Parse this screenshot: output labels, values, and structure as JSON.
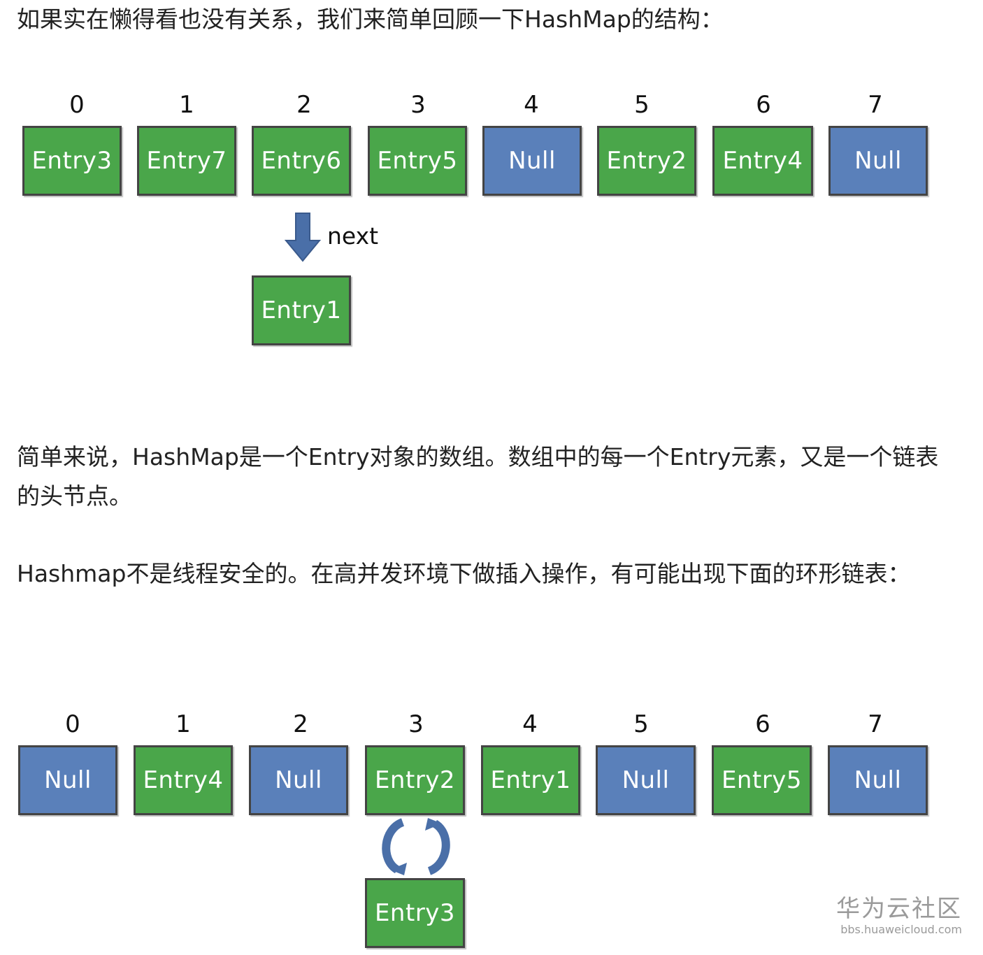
{
  "paragraphs": {
    "intro": "如果实在懒得看也没有关系，我们来简单回顾一下HashMap的结构：",
    "summary": "简单来说，HashMap是一个Entry对象的数组。数组中的每一个Entry元素，又是一个链表的头节点。",
    "warning": "Hashmap不是线程安全的。在高并发环境下做插入操作，有可能出现下面的环形链表："
  },
  "diagram1": {
    "indices": [
      "0",
      "1",
      "2",
      "3",
      "4",
      "5",
      "6",
      "7"
    ],
    "cells": [
      "Entry3",
      "Entry7",
      "Entry6",
      "Entry5",
      "Null",
      "Entry2",
      "Entry4",
      "Null"
    ],
    "next_label": "next",
    "chained": "Entry1"
  },
  "diagram2": {
    "indices": [
      "0",
      "1",
      "2",
      "3",
      "4",
      "5",
      "6",
      "7"
    ],
    "cells": [
      "Null",
      "Entry4",
      "Null",
      "Entry2",
      "Entry1",
      "Null",
      "Entry5",
      "Null"
    ],
    "chained": "Entry3"
  },
  "watermark": {
    "name": "华为云社区",
    "url": "bbs.huaweicloud.com"
  },
  "colors": {
    "entry": "#4aa64a",
    "null": "#5a80ba",
    "arrow": "#4a6fa8"
  }
}
